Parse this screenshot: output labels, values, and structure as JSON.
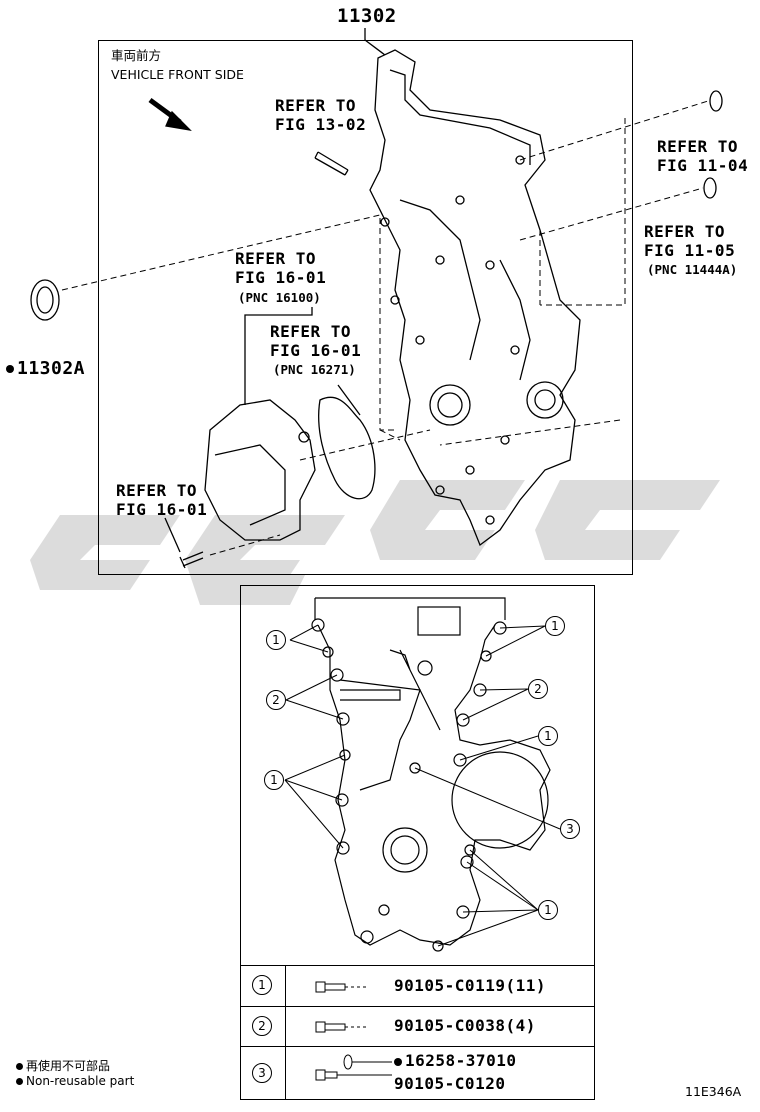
{
  "diagram": {
    "part_number_top": "11302",
    "direction_jp": "車両前方",
    "direction_en": "VEHICLE FRONT SIDE",
    "ref_13_02": [
      "REFER TO",
      "FIG 13-02"
    ],
    "ref_11_04": [
      "REFER TO",
      "FIG 11-04"
    ],
    "ref_11_05": [
      "REFER TO",
      "FIG 11-05",
      "(PNC 11444A)"
    ],
    "ref_16_01_a": [
      "REFER TO",
      "FIG 16-01",
      "(PNC 16100)"
    ],
    "ref_16_01_b": [
      "REFER TO",
      "FIG 16-01",
      "(PNC 16271)"
    ],
    "ref_16_01_c": [
      "REFER TO",
      "FIG 16-01"
    ],
    "seal_part": "11302A",
    "figure_id": "11E346A"
  },
  "bolt_table": {
    "rows": [
      {
        "index": "1",
        "part": "90105-C0119(11)"
      },
      {
        "index": "2",
        "part": "90105-C0038(4)"
      },
      {
        "index": "3",
        "part": "16258-37010",
        "part2": "90105-C0120"
      }
    ]
  },
  "callouts": [
    "1",
    "2",
    "1",
    "2",
    "1",
    "1",
    "1",
    "3"
  ],
  "legend": {
    "jp": "再使用不可部品",
    "en": "Non-reusable part"
  },
  "watermark_color": "#d9d9d9"
}
